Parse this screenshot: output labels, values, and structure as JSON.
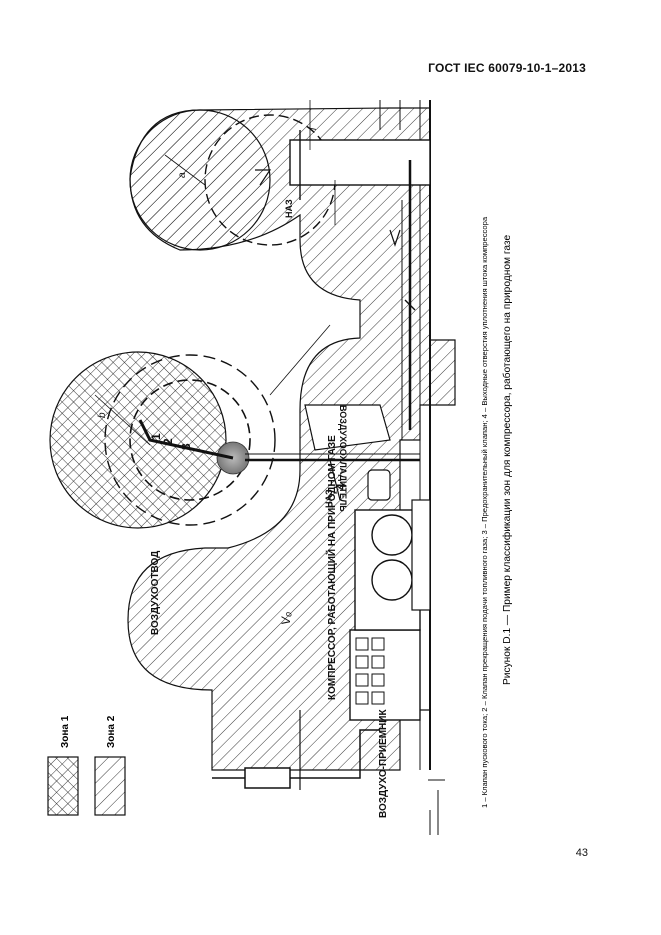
{
  "header": {
    "standard": "ГОСТ IEC 60079-10-1–2013"
  },
  "figure": {
    "caption": "Рисунок D.1 — Пример классификации зон для компрессора, работающего на природном газе",
    "notes": "1 – Клапан пускового тока; 2 – Клапан прекращения подачи топливного газа; 3 – Предохранительный клапан; 4 – Выходные отверстия уплотнения штока компрессора",
    "legend": [
      {
        "label": "Зона 1",
        "pattern": "cross-hatch"
      },
      {
        "label": "Зона 2",
        "pattern": "diagonal-hatch"
      }
    ],
    "labels": {
      "air_intake": "ВОЗДУХО-ПРИЕМНИК",
      "air_outlet": "ВОЗДУХООТВОД",
      "compressor": "КОМПРЕССОР, РАБОТАЮЩИЙ НА ПРИРОДНОМ ГАЗЕ",
      "cooler": "ВОЗДУХООХЛАДИТЕЛЬ",
      "naz1": "НАЗ",
      "naz2": "НАЗ",
      "v0": "V₀",
      "a": "a",
      "b": "b",
      "n1": "1",
      "n2": "2",
      "n3": "3",
      "n4": "4",
      "l": "l"
    }
  },
  "page": {
    "number": "43"
  },
  "colors": {
    "ink": "#111111",
    "paper": "#ffffff"
  }
}
